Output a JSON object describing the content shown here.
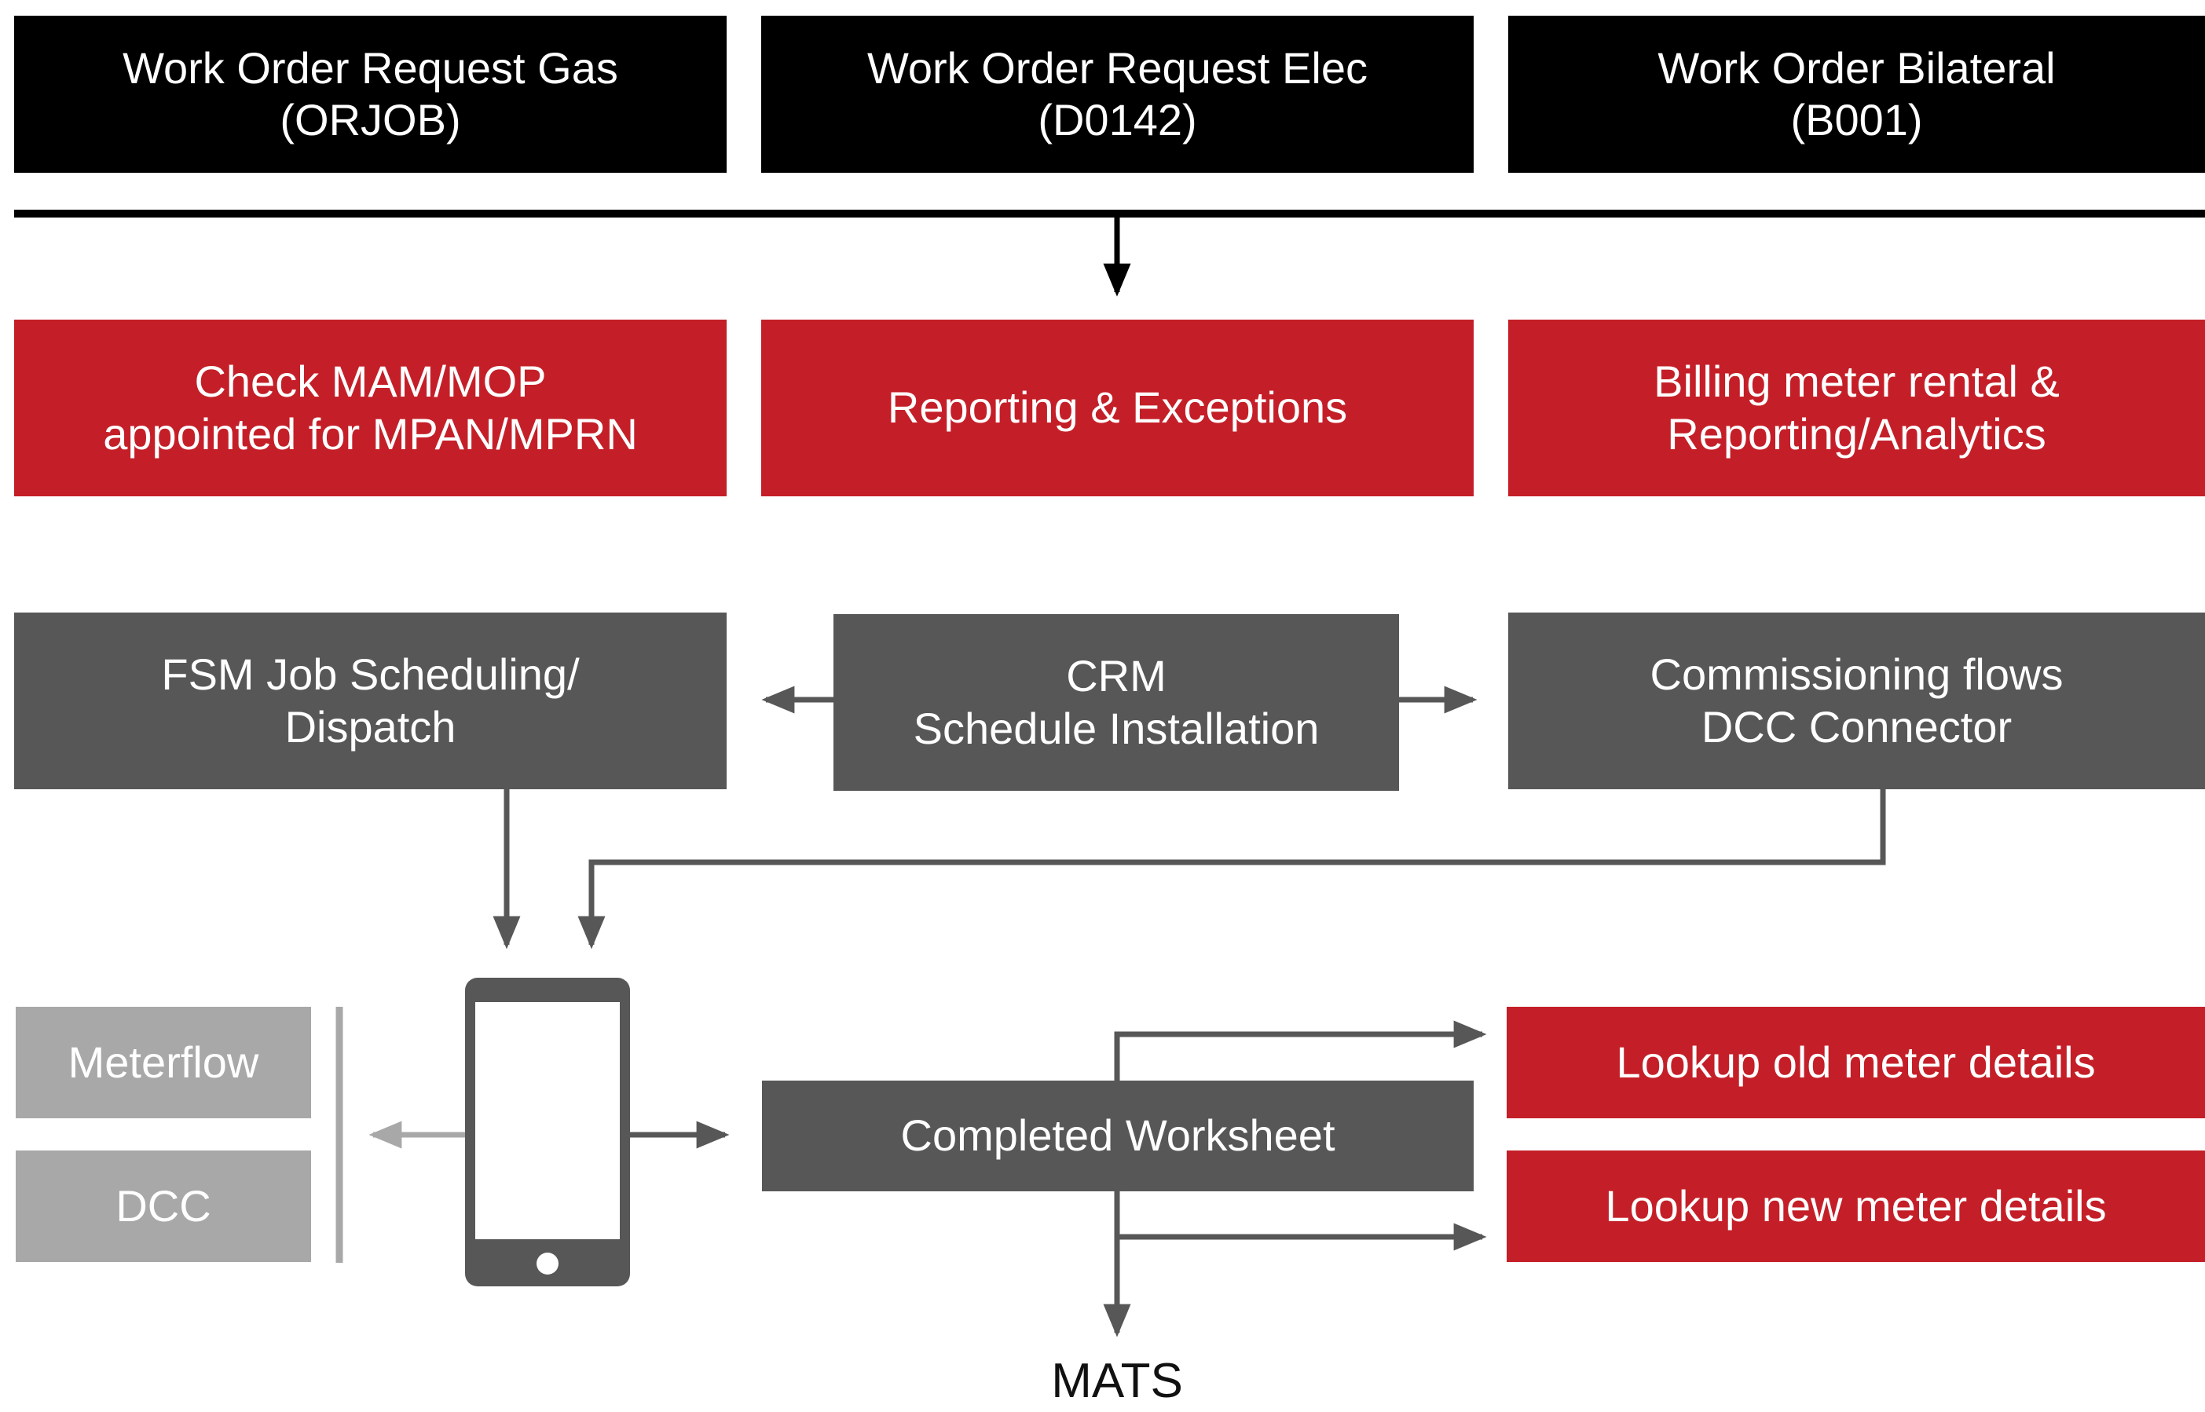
{
  "colors": {
    "header": "#000000",
    "accent": "#c41f28",
    "process": "#575757",
    "external": "#a8a8a8",
    "connector": "#575757"
  },
  "inputs": [
    {
      "line1": "Work Order Request Gas",
      "line2": "(ORJOB)"
    },
    {
      "line1": "Work Order Request Elec",
      "line2": "(D0142)"
    },
    {
      "line1": "Work Order Bilateral",
      "line2": "(B001)"
    }
  ],
  "functions": [
    {
      "line1": "Check MAM/MOP",
      "line2": "appointed for MPAN/MPRN"
    },
    {
      "line1": "Reporting & Exceptions"
    },
    {
      "line1": "Billing meter rental &",
      "line2": "Reporting/Analytics"
    }
  ],
  "processes": {
    "fsm": {
      "line1": "FSM Job Scheduling/",
      "line2": "Dispatch"
    },
    "crm": {
      "line1": "CRM",
      "line2": "Schedule Installation"
    },
    "commissioning": {
      "line1": "Commissioning flows",
      "line2": "DCC Connector"
    }
  },
  "external_systems": [
    "Meterflow",
    "DCC"
  ],
  "device": {
    "icon": "mobile-phone-icon"
  },
  "worksheet": {
    "label": "Completed Worksheet"
  },
  "lookups": [
    "Lookup old meter details",
    "Lookup new meter details"
  ],
  "output": {
    "label": "MATS"
  }
}
